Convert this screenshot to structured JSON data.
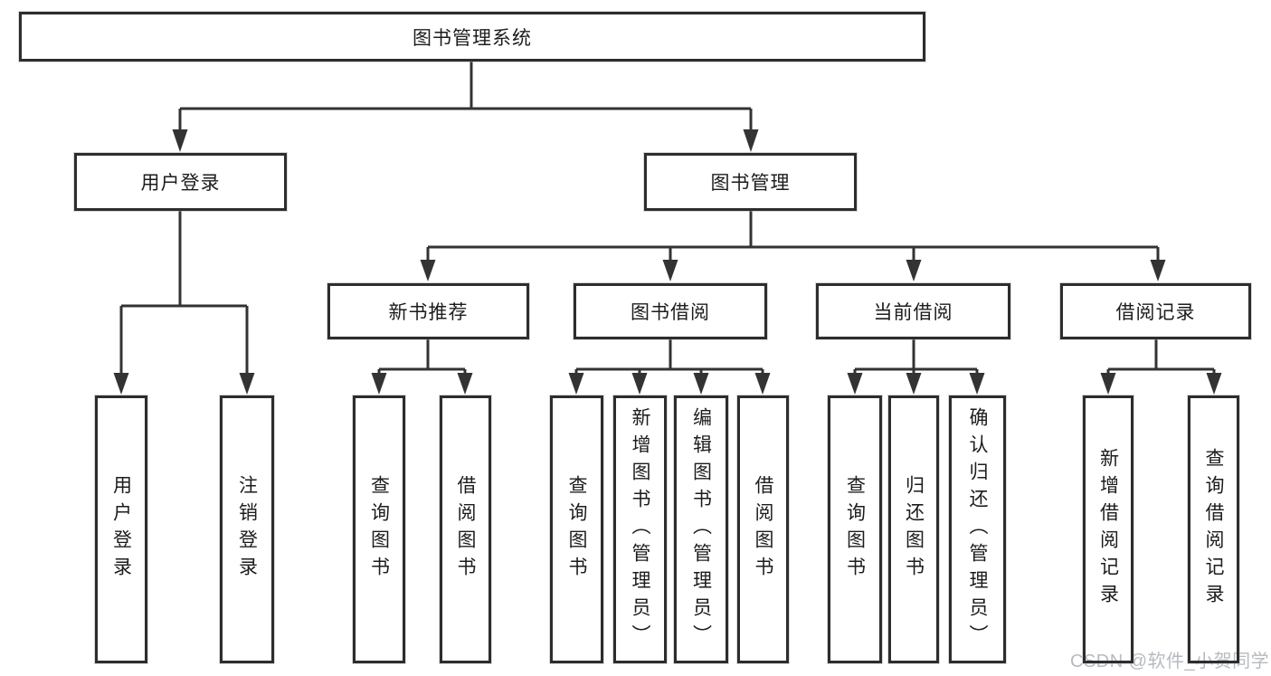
{
  "diagram": {
    "root": "图书管理系统",
    "level2": {
      "user_login": "用户登录",
      "book_mgmt": "图书管理"
    },
    "level3": {
      "new_books": "新书推荐",
      "book_borrow": "图书借阅",
      "current_borrow": "当前借阅",
      "borrow_records": "借阅记录"
    },
    "leaves": {
      "user_login": "用户登录",
      "logout": "注销登录",
      "nb_query": "查询图书",
      "nb_borrow": "借阅图书",
      "bb_query": "查询图书",
      "bb_add": "新增图书（管理员）",
      "bb_edit": "编辑图书（管理员）",
      "bb_borrow": "借阅图书",
      "cb_query": "查询图书",
      "cb_return": "归还图书",
      "cb_confirm": "确认归还（管理员）",
      "br_add": "新增借阅记录",
      "br_query": "查询借阅记录"
    },
    "watermark": "CSDN @软件_小贺同学"
  },
  "colors": {
    "line": "#333333",
    "box_border": "#2d2d2d",
    "text": "#1c1c1c",
    "watermark": "#b6bac0",
    "background": "#ffffff"
  }
}
